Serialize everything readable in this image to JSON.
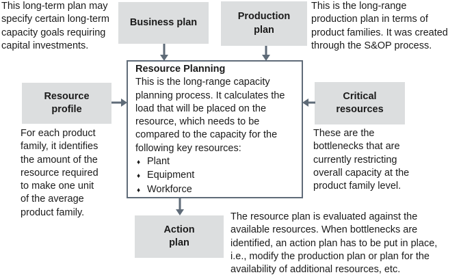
{
  "colors": {
    "background": "#ffffff",
    "box_fill": "#dcdedf",
    "line": "#5f6b78",
    "text": "#1a1a1a"
  },
  "boxes": {
    "business_plan": {
      "label": "Business plan"
    },
    "production_plan": {
      "label": "Production\nplan"
    },
    "resource_profile": {
      "label": "Resource\nprofile"
    },
    "critical_resources": {
      "label": "Critical\nresources"
    },
    "action_plan": {
      "label": "Action\nplan"
    }
  },
  "central_box": {
    "title": "Resource Planning",
    "description": "This is the long-range capacity\nplanning process. It calculates the\nload that will be placed on the\nresource, which needs to be\ncompared to the capacity for the\nfollowing key resources:",
    "bullet_glyph": "♦",
    "bullets": [
      "Plant",
      "Equipment",
      "Workforce"
    ]
  },
  "annotations": {
    "business_plan_note": "This long-term plan may\nspecify certain long-term\ncapacity goals requiring\ncapital investments.",
    "production_plan_note": "This is the long-range\nproduction plan in terms of\nproduct families. It was created\nthrough the S&OP process.",
    "resource_profile_note": "For each product\nfamily, it identifies\nthe amount of the\nresource required\nto make one unit\nof the average\nproduct family.",
    "critical_resources_note": "These are the\nbottlenecks that are\ncurrently restricting\noverall capacity at the\nproduct family level.",
    "action_plan_note": "The resource plan is evaluated against the\navailable resources. When bottlenecks are\nidentified, an action plan has to be put in place,\ni.e., modify the production plan or plan for the\navailability of additional resources, etc."
  }
}
